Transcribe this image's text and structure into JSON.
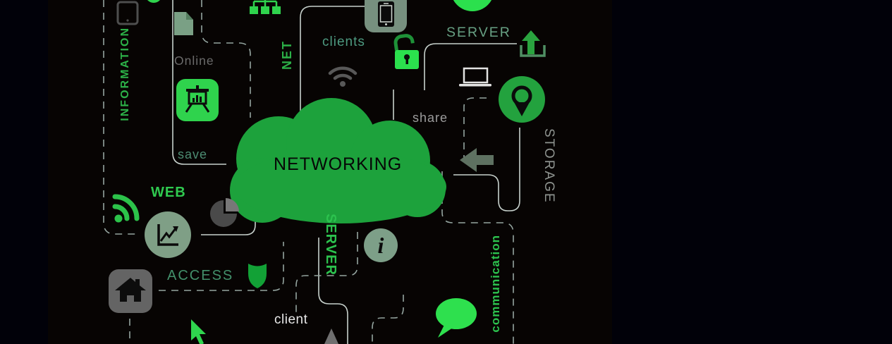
{
  "poster": {
    "theme": "networking concept illustration",
    "labels": {
      "networking": "NETWORKING",
      "information": "INFORMATION",
      "net": "NET",
      "clients": "clients",
      "server_top": "SERVER",
      "share": "share",
      "storage": "STORAGE",
      "online": "Online",
      "save": "save",
      "web": "WEB",
      "access": "ACCESS",
      "client": "client",
      "server_mid": "SERVER",
      "communication": "communication"
    },
    "icons": [
      "tablet-icon",
      "document-icon",
      "presentation-board-icon",
      "hierarchy-icon",
      "smartphone-icon",
      "padlock-open-icon",
      "wifi-icon",
      "cloud-shape",
      "upload-icon",
      "laptop-icon",
      "location-pin-icon",
      "left-arrow-icon",
      "rss-icon",
      "pie-chart-icon",
      "line-chart-icon",
      "shield-icon",
      "home-icon",
      "cursor-icon",
      "info-icon",
      "speech-bubble-icon",
      "up-arrow-icon",
      "circle-top-left",
      "circle-top-right"
    ],
    "palette": {
      "green_bright": "#2fd34d",
      "green_mid": "#1da23c",
      "green_label": "#2cc24e",
      "sage": "#7d9f87",
      "teal_label": "#4d9278",
      "gray_label": "#9c9c9c",
      "gray_icon": "#5c5c5c",
      "line_solid": "#c7d1cc",
      "line_dashed": "#95a5a0",
      "background_outer": "#010109",
      "background_band": "#070403",
      "text_on_cloud": "#060606",
      "white_label": "#e8e8e8"
    }
  }
}
